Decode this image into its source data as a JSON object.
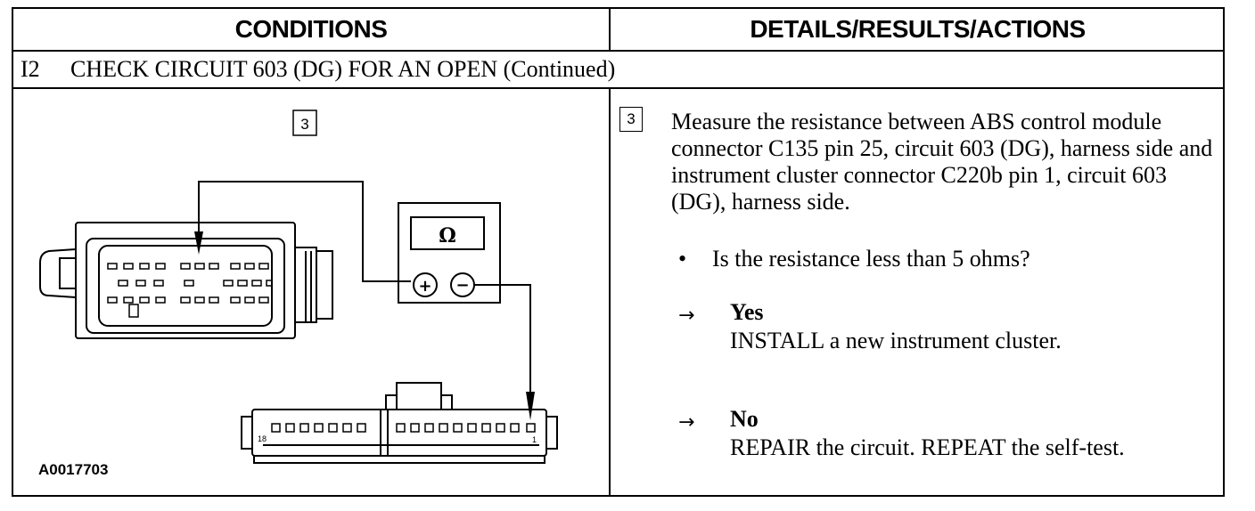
{
  "headers": {
    "conditions": "CONDITIONS",
    "details": "DETAILS/RESULTS/ACTIONS"
  },
  "step": {
    "number": "I2",
    "title": "CHECK CIRCUIT 603 (DG) FOR AN OPEN (Continued)"
  },
  "diagram": {
    "step_box": "3",
    "meter_symbol": "Ω",
    "plus": "+",
    "minus": "−",
    "pin_left": "18",
    "pin_right": "1",
    "figure_id": "A0017703"
  },
  "actions": {
    "step_box": "3",
    "measure_text": "Measure the resistance between ABS control module connector C135 pin 25, circuit 603 (DG), harness side and instrument cluster connector C220b pin 1, circuit 603 (DG), harness side.",
    "bullet": "•",
    "question": "Is the resistance less than 5 ohms?",
    "arrow": "→",
    "yes_label": "Yes",
    "yes_action": "INSTALL a new instrument cluster.",
    "no_label": "No",
    "no_action": "REPAIR the circuit. REPEAT the self-test."
  }
}
